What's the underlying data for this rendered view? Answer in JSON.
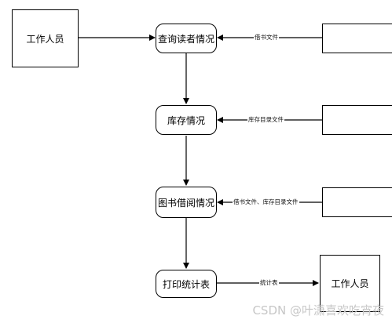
{
  "entities": {
    "source": "工作人员",
    "sink": "工作人员"
  },
  "processes": {
    "query_reader": "查询读者情况",
    "inventory": "库存情况",
    "borrowing": "图书借阅情况",
    "print_stats": "打印统计表"
  },
  "flows": {
    "borrow_file": "借书文件",
    "inventory_catalog": "库存目录文件",
    "borrow_and_catalog": "借书文件、库存目录文件",
    "stats_table": "统计表"
  },
  "watermark": "CSDN @叶潇喜欢吃宵夜"
}
